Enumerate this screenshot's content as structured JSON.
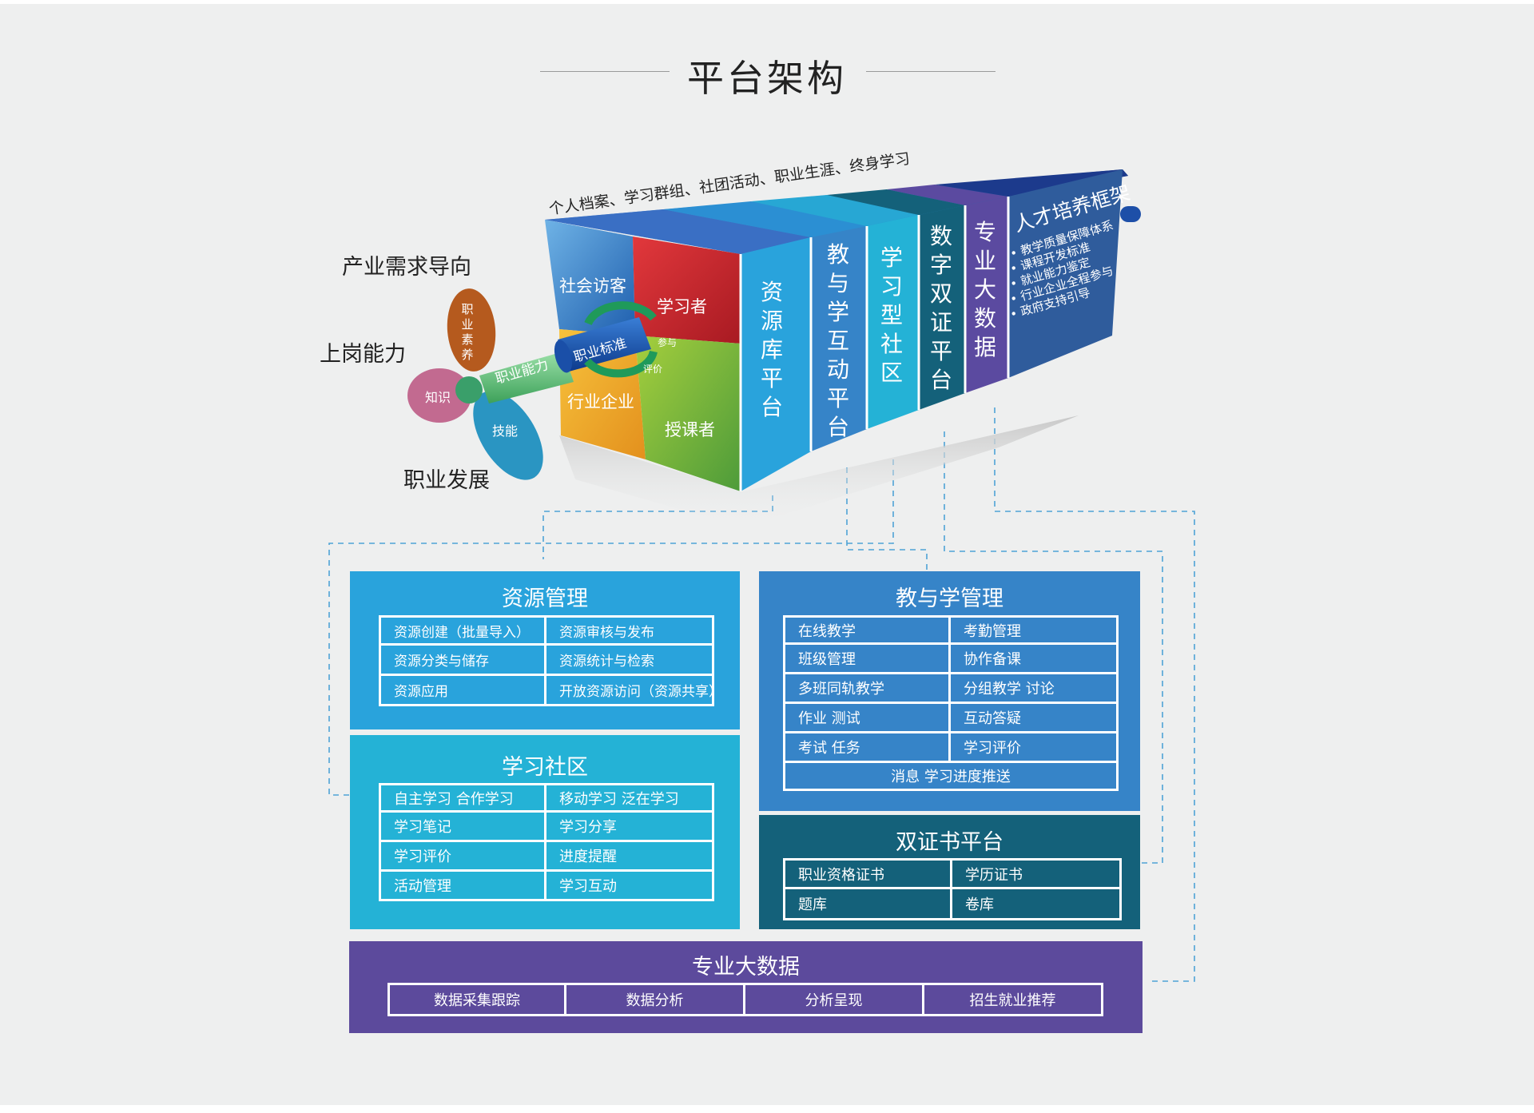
{
  "title": "平台架构",
  "top_caption": "个人档案、学习群组、社团活动、职业生涯、终身学习",
  "propeller": {
    "guides": [
      "产业需求导向",
      "上岗能力",
      "职业发展"
    ],
    "blades": [
      "职业素养",
      "知识",
      "技能"
    ],
    "shaft": [
      "职业能力",
      "职业标准"
    ],
    "cycle": [
      "参与",
      "评价"
    ]
  },
  "cube": {
    "quadrants": [
      "社会访客",
      "学习者",
      "行业企业",
      "授课者"
    ],
    "slices": [
      "资源库平台",
      "教与学互动平台",
      "学习型社区",
      "数字双证平台",
      "专业大数据"
    ],
    "framework": {
      "title": "人才培养框架",
      "items": [
        "教学质量保障体系",
        "课程开发标准",
        "就业能力鉴定",
        "行业企业全程参与",
        "政府支持引导"
      ]
    }
  },
  "colors": {
    "resource": "#29a3dc",
    "community": "#24b2d6",
    "teaching": "#3684c8",
    "cert": "#14617a",
    "bigdata": "#5c4a9c"
  },
  "modules": {
    "resource": {
      "title": "资源管理",
      "cells": [
        "资源创建（批量导入）",
        "资源审核与发布",
        "资源分类与储存",
        "资源统计与检索",
        "资源应用",
        "开放资源访问（资源共享）"
      ]
    },
    "community": {
      "title": "学习社区",
      "cells": [
        "自主学习  合作学习",
        "移动学习  泛在学习",
        "学习笔记",
        "学习分享",
        "学习评价",
        "进度提醒",
        "活动管理",
        "学习互动"
      ]
    },
    "teaching": {
      "title": "教与学管理",
      "cells": [
        "在线教学",
        "考勤管理",
        "班级管理",
        "协作备课",
        "多班同轨教学",
        "分组教学  讨论",
        "作业    测试",
        "互动答疑",
        "考试    任务",
        "学习评价"
      ],
      "footer": "消息  学习进度推送"
    },
    "cert": {
      "title": "双证书平台",
      "cells": [
        "职业资格证书",
        "学历证书",
        "题库",
        "卷库"
      ]
    },
    "bigdata": {
      "title": "专业大数据",
      "cells": [
        "数据采集跟踪",
        "数据分析",
        "分析呈现",
        "招生就业推荐"
      ]
    }
  }
}
